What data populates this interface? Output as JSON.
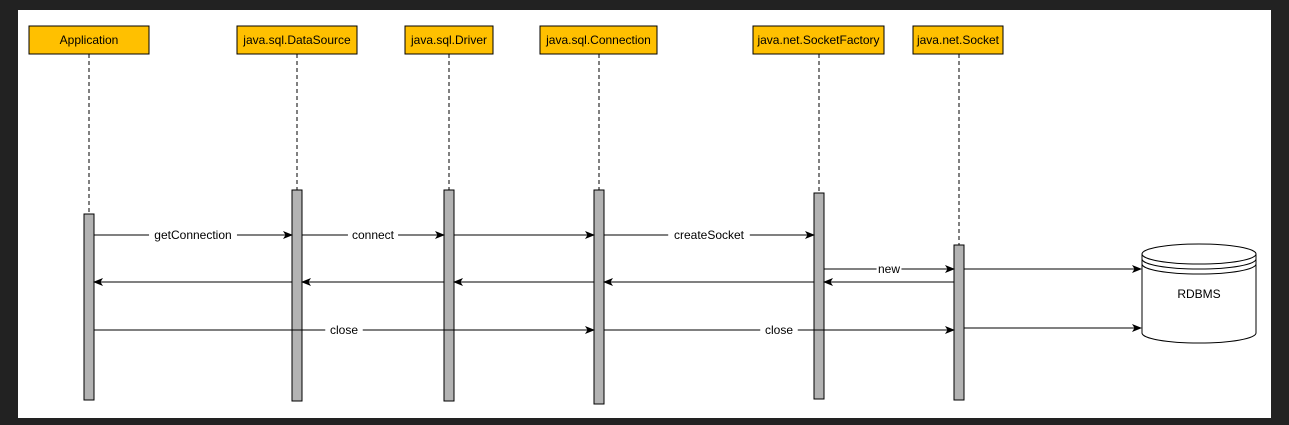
{
  "diagram": {
    "type": "sequence",
    "colors": {
      "background": "#222222",
      "canvas": "#ffffff",
      "participant_fill": "#ffc000",
      "activation_fill": "#b3b3b3",
      "line": "#000000"
    },
    "participants": [
      {
        "id": "app",
        "label": "Application"
      },
      {
        "id": "ds",
        "label": "java.sql.DataSource"
      },
      {
        "id": "drv",
        "label": "java.sql.Driver"
      },
      {
        "id": "conn",
        "label": "java.sql.Connection"
      },
      {
        "id": "sf",
        "label": "java.net.SocketFactory"
      },
      {
        "id": "sock",
        "label": "java.net.Socket"
      }
    ],
    "database": {
      "id": "db",
      "label": "RDBMS"
    },
    "messages": [
      {
        "from": "app",
        "to": "ds",
        "label": "getConnection"
      },
      {
        "from": "ds",
        "to": "drv",
        "label": "connect"
      },
      {
        "from": "drv",
        "to": "conn",
        "label": ""
      },
      {
        "from": "conn",
        "to": "sf",
        "label": "createSocket"
      },
      {
        "from": "sf",
        "to": "sock",
        "label": "new"
      },
      {
        "from": "sock",
        "to": "db",
        "label": ""
      },
      {
        "from": "sock",
        "to": "sf",
        "label": ""
      },
      {
        "from": "sf",
        "to": "conn",
        "label": ""
      },
      {
        "from": "conn",
        "to": "drv",
        "label": ""
      },
      {
        "from": "drv",
        "to": "ds",
        "label": ""
      },
      {
        "from": "ds",
        "to": "app",
        "label": ""
      },
      {
        "from": "app",
        "to": "conn",
        "label": "close"
      },
      {
        "from": "conn",
        "to": "sock",
        "label": "close"
      },
      {
        "from": "sock",
        "to": "db",
        "label": ""
      }
    ]
  }
}
